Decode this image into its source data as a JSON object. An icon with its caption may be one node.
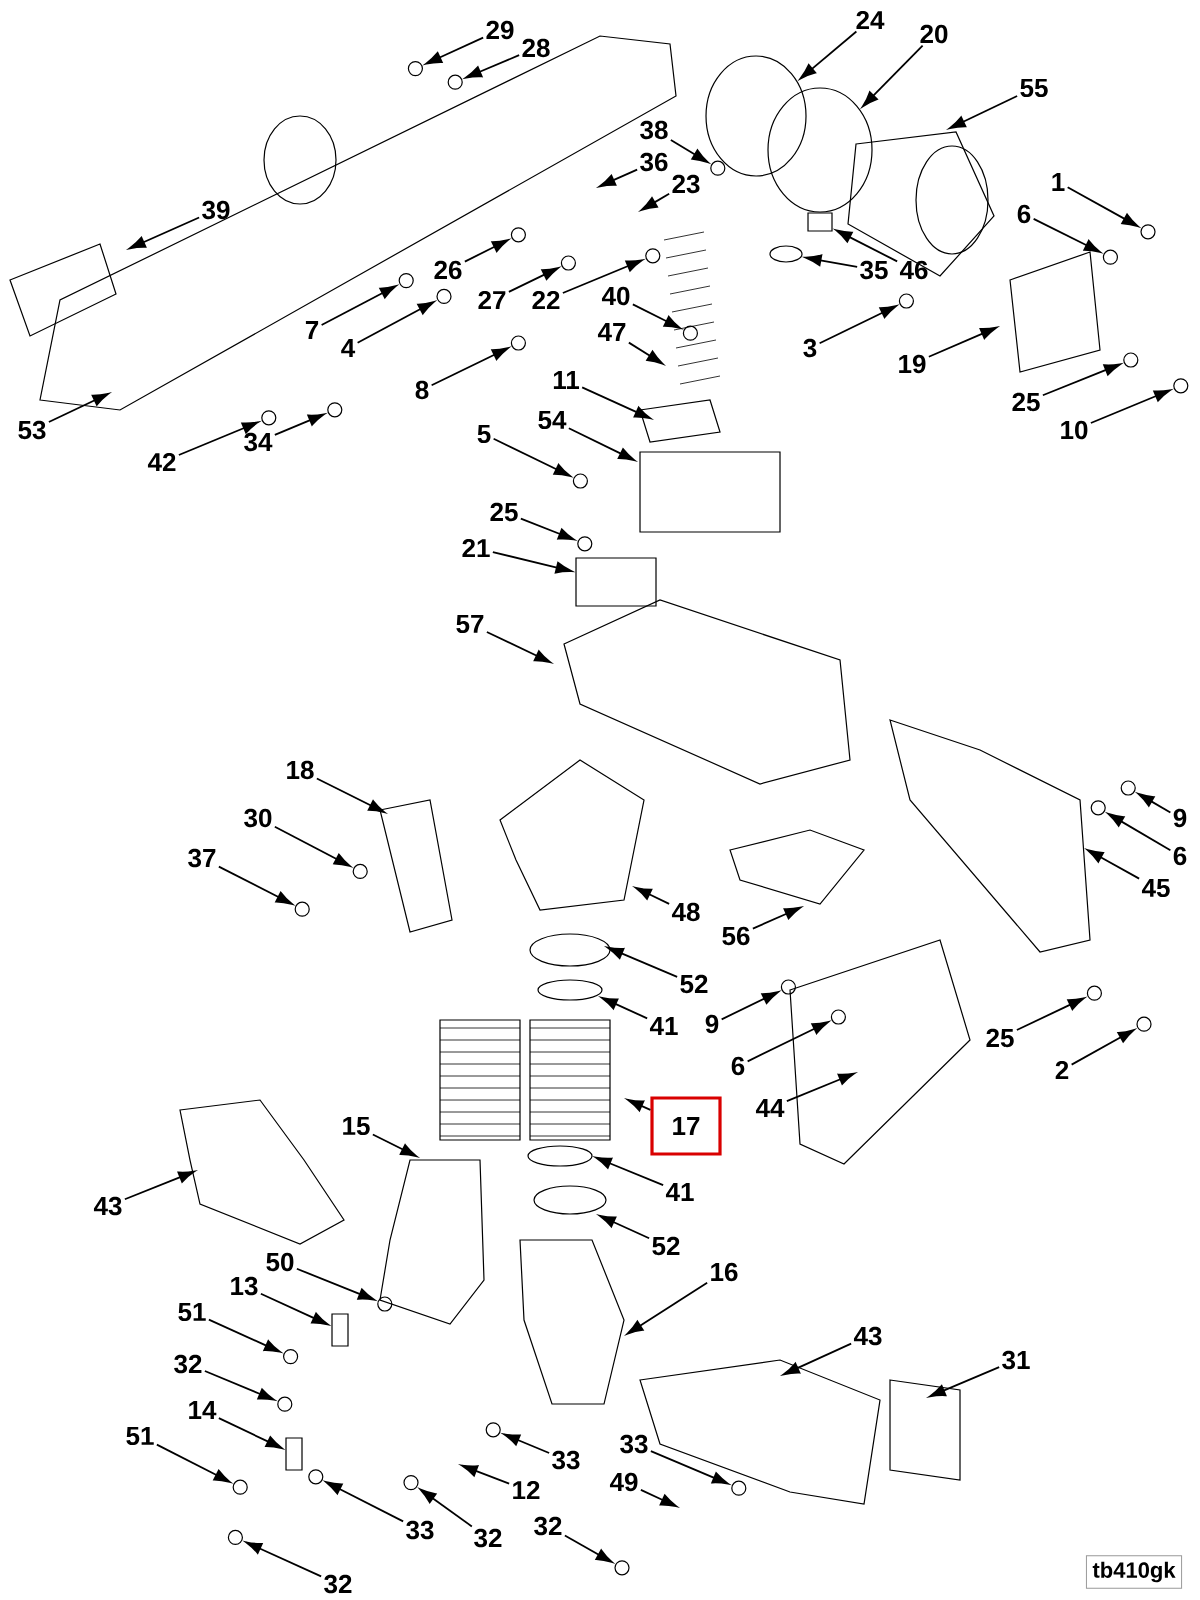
{
  "diagram": {
    "nodes": [
      {
        "text": [
          "24"
        ]
      },
      {
        "text": [
          "29"
        ]
      },
      {
        "text": [
          "20"
        ]
      },
      {
        "text": [
          "28"
        ]
      },
      {
        "text": [
          "55"
        ]
      },
      {
        "text": [
          "38"
        ]
      },
      {
        "text": [
          "36"
        ]
      },
      {
        "text": [
          "1"
        ]
      },
      {
        "text": [
          "23"
        ]
      },
      {
        "text": [
          "39"
        ]
      },
      {
        "text": [
          "6"
        ]
      },
      {
        "text": [
          "26"
        ]
      },
      {
        "text": [
          "35"
        ]
      },
      {
        "text": [
          "46"
        ]
      },
      {
        "text": [
          "40"
        ]
      },
      {
        "text": [
          "27"
        ]
      },
      {
        "text": [
          "22"
        ]
      },
      {
        "text": [
          "7"
        ]
      },
      {
        "text": [
          "47"
        ]
      },
      {
        "text": [
          "4"
        ]
      },
      {
        "text": [
          "3"
        ]
      },
      {
        "text": [
          "19"
        ]
      },
      {
        "text": [
          "11"
        ]
      },
      {
        "text": [
          "8"
        ]
      },
      {
        "text": [
          "25"
        ]
      },
      {
        "text": [
          "54"
        ]
      },
      {
        "text": [
          "53"
        ]
      },
      {
        "text": [
          "10"
        ]
      },
      {
        "text": [
          "5"
        ]
      },
      {
        "text": [
          "34"
        ]
      },
      {
        "text": [
          "42"
        ]
      },
      {
        "text": [
          "25"
        ]
      },
      {
        "text": [
          "21"
        ]
      },
      {
        "text": [
          "57"
        ]
      },
      {
        "text": [
          "18"
        ]
      },
      {
        "text": [
          "30"
        ]
      },
      {
        "text": [
          "9"
        ]
      },
      {
        "text": [
          "6"
        ]
      },
      {
        "text": [
          "37"
        ]
      },
      {
        "text": [
          "45"
        ]
      },
      {
        "text": [
          "48"
        ]
      },
      {
        "text": [
          "56"
        ]
      },
      {
        "text": [
          "52"
        ]
      },
      {
        "text": [
          "9"
        ]
      },
      {
        "text": [
          "41"
        ]
      },
      {
        "text": [
          "25"
        ]
      },
      {
        "text": [
          "6"
        ]
      },
      {
        "text": [
          "2"
        ]
      },
      {
        "text": [
          "44"
        ]
      },
      {
        "text": [
          "15"
        ]
      },
      {
        "text": [
          "17"
        ]
      },
      {
        "text": [
          "41"
        ]
      },
      {
        "text": [
          "43"
        ]
      },
      {
        "text": [
          "52"
        ]
      },
      {
        "text": [
          "50"
        ]
      },
      {
        "text": [
          "16"
        ]
      },
      {
        "text": [
          "13"
        ]
      },
      {
        "text": [
          "51"
        ]
      },
      {
        "text": [
          "43"
        ]
      },
      {
        "text": [
          "31"
        ]
      },
      {
        "text": [
          "32"
        ]
      },
      {
        "text": [
          "14"
        ]
      },
      {
        "text": [
          "51"
        ]
      },
      {
        "text": [
          "33"
        ]
      },
      {
        "text": [
          "33"
        ]
      },
      {
        "text": [
          "49"
        ]
      },
      {
        "text": [
          "12"
        ]
      },
      {
        "text": [
          "32"
        ]
      },
      {
        "text": [
          "33"
        ]
      },
      {
        "text": [
          "32"
        ]
      },
      {
        "text": [
          "32"
        ]
      },
      {
        "text": [],
        "shape": "circle"
      },
      {
        "text": [],
        "shape": "circle"
      },
      {
        "text": [],
        "shape": "circle"
      },
      {
        "text": [],
        "shape": "circle"
      },
      {
        "text": [],
        "shape": "circle"
      },
      {
        "text": [],
        "shape": "circle"
      },
      {
        "text": [],
        "shape": "circle"
      },
      {
        "text": [],
        "shape": "circle"
      },
      {
        "text": [],
        "shape": "circle"
      },
      {
        "text": [],
        "shape": "circle"
      },
      {
        "text": [],
        "shape": "circle"
      },
      {
        "text": [],
        "shape": "circle"
      },
      {
        "text": [],
        "shape": "circle"
      },
      {
        "text": [],
        "shape": "circle"
      },
      {
        "text": [],
        "shape": "circle"
      },
      {
        "text": [],
        "shape": "circle"
      },
      {
        "text": [],
        "shape": "circle"
      },
      {
        "text": [],
        "shape": "circle"
      },
      {
        "text": [],
        "shape": "circle"
      },
      {
        "text": [],
        "shape": "circle"
      },
      {
        "text": [],
        "shape": "circle"
      },
      {
        "text": [],
        "shape": "circle"
      },
      {
        "text": [],
        "shape": "circle"
      },
      {
        "text": [],
        "shape": "circle"
      },
      {
        "text": [],
        "shape": "circle"
      },
      {
        "text": [],
        "shape": "circle"
      },
      {
        "text": [],
        "shape": "circle"
      },
      {
        "text": [],
        "shape": "circle"
      },
      {
        "text": [],
        "shape": "circle"
      },
      {
        "text": [],
        "shape": "circle"
      },
      {
        "text": [],
        "shape": "circle"
      },
      {
        "text": [],
        "shape": "circle"
      },
      {
        "text": [],
        "shape": "circle"
      },
      {
        "text": [],
        "shape": "circle"
      },
      {
        "text": [],
        "shape": "circle"
      },
      {
        "text": [],
        "shape": "circle"
      },
      {
        "text": [],
        "shape": "circle"
      },
      {
        "text": [],
        "shape": "circle"
      },
      {
        "text": [],
        "shape": "circle"
      },
      {
        "text": [],
        "shape": "box"
      },
      {
        "text": [],
        "shape": "box"
      },
      {
        "text": [],
        "shape": "box"
      },
      {
        "text": [],
        "shape": "box"
      },
      {
        "text": [],
        "shape": "circle"
      }
    ],
    "edges": [
      {
        "from": 0,
        "to": 108,
        "arrow": "to"
      },
      {
        "from": 1,
        "to": 71,
        "arrow": "to"
      },
      {
        "from": 2,
        "to": 109,
        "arrow": "to"
      },
      {
        "from": 3,
        "to": 72,
        "arrow": "to"
      },
      {
        "from": 4,
        "to": null,
        "arrow": "to"
      },
      {
        "from": 5,
        "to": 73,
        "arrow": "to"
      },
      {
        "from": 6,
        "to": null,
        "arrow": "to"
      },
      {
        "from": 7,
        "to": 74,
        "arrow": "to"
      },
      {
        "from": 8,
        "to": null,
        "arrow": "to"
      },
      {
        "from": 9,
        "to": null,
        "arrow": "to"
      },
      {
        "from": 10,
        "to": 75,
        "arrow": "to"
      },
      {
        "from": 11,
        "to": 76,
        "arrow": "to"
      },
      {
        "from": 12,
        "to": 114,
        "arrow": "to"
      },
      {
        "from": 13,
        "to": 110,
        "arrow": "to"
      },
      {
        "from": 14,
        "to": 77,
        "arrow": "to"
      },
      {
        "from": 15,
        "to": 78,
        "arrow": "to"
      },
      {
        "from": 16,
        "to": 79,
        "arrow": "to"
      },
      {
        "from": 17,
        "to": 80,
        "arrow": "to"
      },
      {
        "from": 18,
        "to": null,
        "arrow": "to"
      },
      {
        "from": 19,
        "to": 81,
        "arrow": "to"
      },
      {
        "from": 20,
        "to": 82,
        "arrow": "to"
      },
      {
        "from": 21,
        "to": null,
        "arrow": "to"
      },
      {
        "from": 22,
        "to": null,
        "arrow": "to"
      },
      {
        "from": 23,
        "to": 83,
        "arrow": "to"
      },
      {
        "from": 24,
        "to": 84,
        "arrow": "to"
      },
      {
        "from": 25,
        "to": null,
        "arrow": "to"
      },
      {
        "from": 26,
        "to": null,
        "arrow": "to"
      },
      {
        "from": 27,
        "to": 85,
        "arrow": "to"
      },
      {
        "from": 28,
        "to": 86,
        "arrow": "to"
      },
      {
        "from": 29,
        "to": 87,
        "arrow": "to"
      },
      {
        "from": 30,
        "to": 88,
        "arrow": "to"
      },
      {
        "from": 31,
        "to": 89,
        "arrow": "to"
      },
      {
        "from": 32,
        "to": 111,
        "arrow": "to"
      },
      {
        "from": 33,
        "to": null,
        "arrow": "to"
      },
      {
        "from": 34,
        "to": null,
        "arrow": "to"
      },
      {
        "from": 35,
        "to": 90,
        "arrow": "to"
      },
      {
        "from": 36,
        "to": 91,
        "arrow": "to"
      },
      {
        "from": 37,
        "to": 92,
        "arrow": "to"
      },
      {
        "from": 38,
        "to": 93,
        "arrow": "to"
      },
      {
        "from": 39,
        "to": null,
        "arrow": "to"
      },
      {
        "from": 40,
        "to": null,
        "arrow": "to"
      },
      {
        "from": 41,
        "to": null,
        "arrow": "to"
      },
      {
        "from": 42,
        "to": null,
        "arrow": "to"
      },
      {
        "from": 43,
        "to": 94,
        "arrow": "to"
      },
      {
        "from": 44,
        "to": null,
        "arrow": "to"
      },
      {
        "from": 45,
        "to": 95,
        "arrow": "to"
      },
      {
        "from": 46,
        "to": 96,
        "arrow": "to"
      },
      {
        "from": 47,
        "to": 97,
        "arrow": "to"
      },
      {
        "from": 48,
        "to": null,
        "arrow": "to"
      },
      {
        "from": 49,
        "to": null,
        "arrow": "to"
      },
      {
        "from": 50,
        "to": null,
        "arrow": "to"
      },
      {
        "from": 51,
        "to": null,
        "arrow": "to"
      },
      {
        "from": 52,
        "to": null,
        "arrow": "to"
      },
      {
        "from": 53,
        "to": null,
        "arrow": "to"
      },
      {
        "from": 54,
        "to": 98,
        "arrow": "to"
      },
      {
        "from": 55,
        "to": null,
        "arrow": "to"
      },
      {
        "from": 56,
        "to": 112,
        "arrow": "to"
      },
      {
        "from": 57,
        "to": 99,
        "arrow": "to"
      },
      {
        "from": 58,
        "to": null,
        "arrow": "to"
      },
      {
        "from": 59,
        "to": null,
        "arrow": "to"
      },
      {
        "from": 60,
        "to": 100,
        "arrow": "to"
      },
      {
        "from": 61,
        "to": 113,
        "arrow": "to"
      },
      {
        "from": 62,
        "to": 101,
        "arrow": "to"
      },
      {
        "from": 63,
        "to": 102,
        "arrow": "to"
      },
      {
        "from": 64,
        "to": 103,
        "arrow": "to"
      },
      {
        "from": 65,
        "to": null,
        "arrow": "to"
      },
      {
        "from": 66,
        "to": null,
        "arrow": "to"
      },
      {
        "from": 67,
        "to": 104,
        "arrow": "to"
      },
      {
        "from": 68,
        "to": 105,
        "arrow": "to"
      },
      {
        "from": 69,
        "to": 106,
        "arrow": "to"
      },
      {
        "from": 70,
        "to": 107,
        "arrow": "to"
      }
    ],
    "labels": [
      "tb410gk"
    ]
  }
}
